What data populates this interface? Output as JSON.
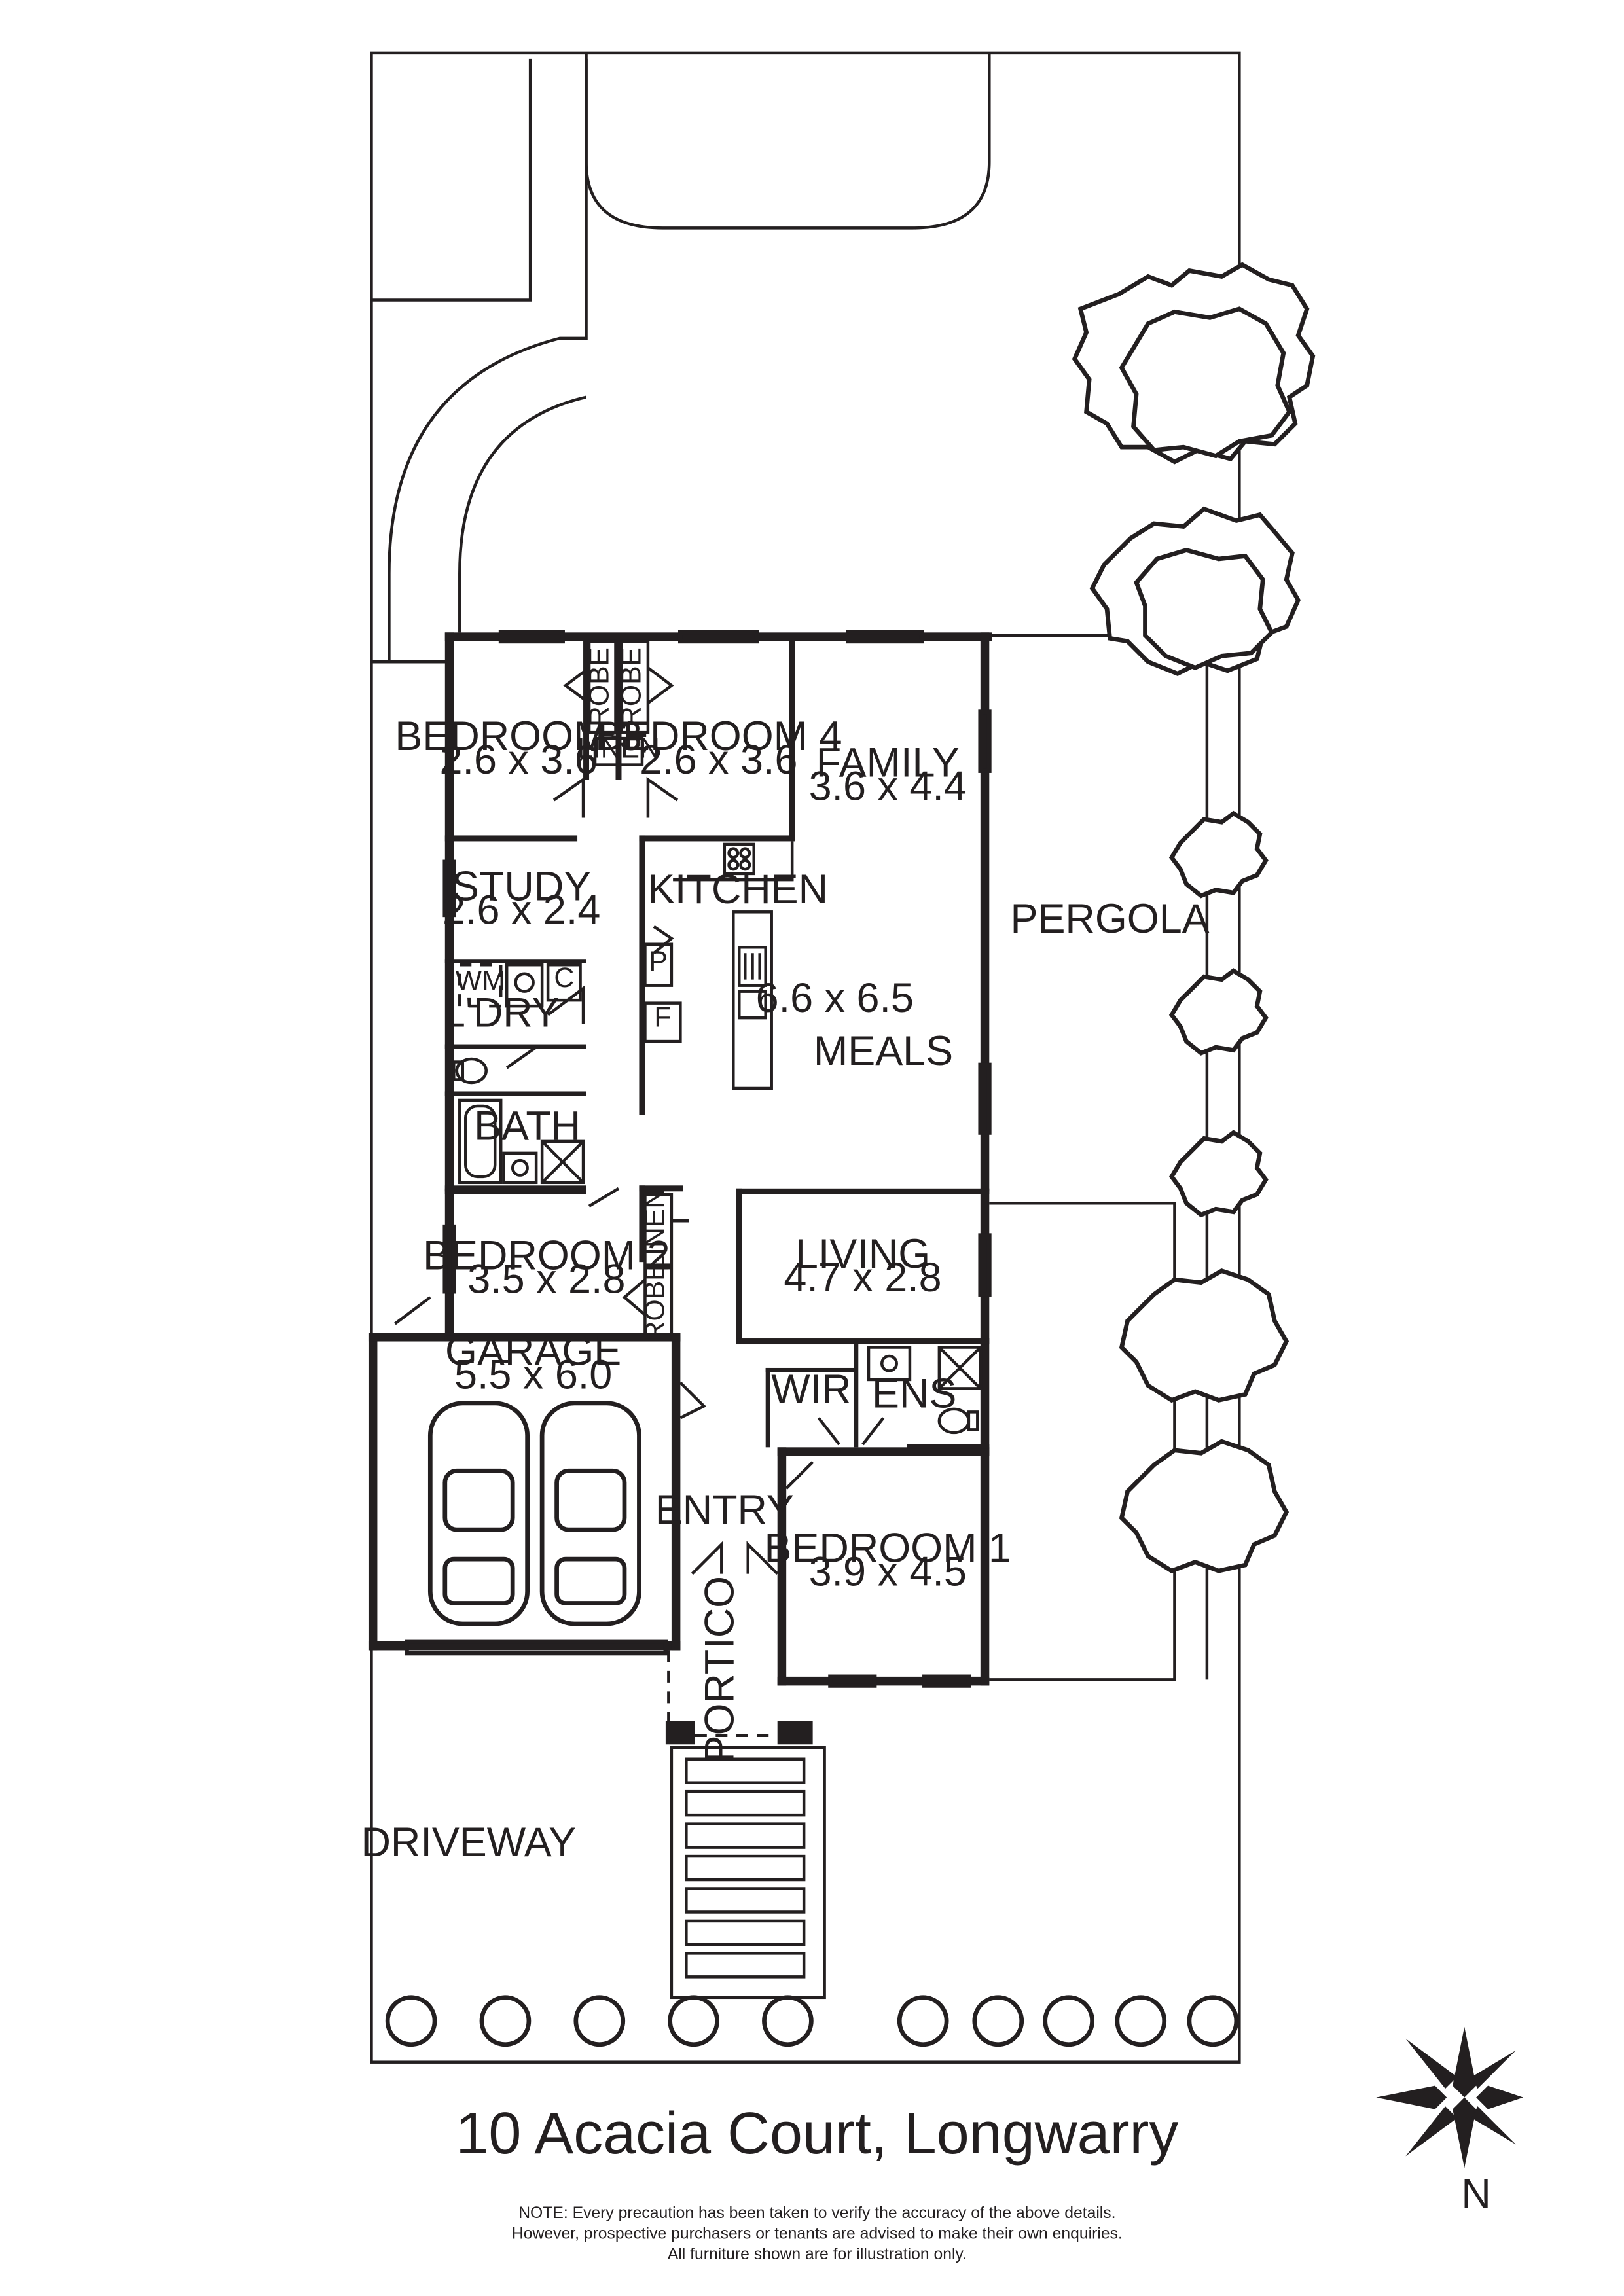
{
  "address": "10 Acacia Court, Longwarry",
  "note_lines": [
    "NOTE: Every precaution has been taken to verify the accuracy of the above details.",
    "However, prospective purchasers or tenants are advised to make their own enquiries.",
    "All furniture shown are for illustration only."
  ],
  "compass_label": "N",
  "rooms": {
    "bedroom3": {
      "name": "BEDROOM 3",
      "size": "2.6 x 3.6"
    },
    "bedroom4": {
      "name": "BEDROOM 4",
      "size": "2.6 x 3.6"
    },
    "family": {
      "name": "FAMILY",
      "size": "3.6 x 4.4"
    },
    "study": {
      "name": "STUDY",
      "size": "2.6 x 2.4"
    },
    "kitchen": {
      "name": "KITCHEN"
    },
    "kitchen_meals_size": "6.6 x 6.5",
    "meals": {
      "name": "MEALS"
    },
    "pergola": {
      "name": "PERGOLA"
    },
    "laundry": {
      "name": "L'DRY"
    },
    "bath": {
      "name": "BATH"
    },
    "bedroom2": {
      "name": "BEDROOM 2",
      "size": "3.5 x 2.8"
    },
    "living": {
      "name": "LIVING",
      "size": "4.7 x 2.8"
    },
    "garage": {
      "name": "GARAGE",
      "size": "5.5 x 6.0"
    },
    "wir": {
      "name": "WIR"
    },
    "ens": {
      "name": "ENS"
    },
    "entry": {
      "name": "ENTRY"
    },
    "bedroom1": {
      "name": "BEDROOM 1",
      "size": "3.9 x 4.5"
    },
    "portico": {
      "name": "PORTICO"
    },
    "driveway": {
      "name": "DRIVEWAY"
    }
  },
  "fixtures": {
    "robe": "ROBE",
    "linen": "LINEN",
    "wm": "WM",
    "cupboard": "C",
    "pantry": "P",
    "fridge": "F"
  }
}
